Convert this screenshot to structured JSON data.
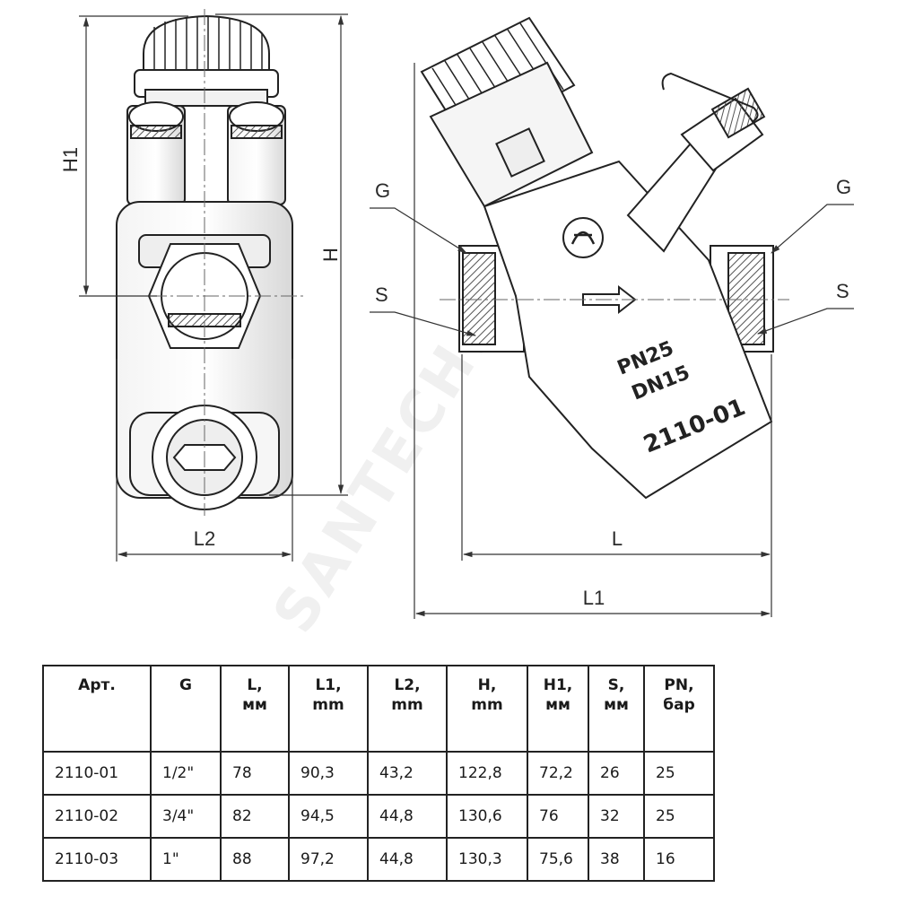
{
  "drawing": {
    "labels": {
      "h1": "H1",
      "h": "H",
      "l2": "L2",
      "l": "L",
      "l1": "L1",
      "g_left": "G",
      "g_right": "G",
      "s_left": "S",
      "s_right": "S"
    },
    "body_marks": {
      "pn": "PN25",
      "dn": "DN15",
      "article": "2110-01"
    },
    "watermark": "SANTECH.RU"
  },
  "table": {
    "headers": [
      {
        "line1": "Арт.",
        "line2": ""
      },
      {
        "line1": "G",
        "line2": ""
      },
      {
        "line1": "L,",
        "line2": "мм"
      },
      {
        "line1": "L1,",
        "line2": "mm"
      },
      {
        "line1": "L2,",
        "line2": "mm"
      },
      {
        "line1": "H,",
        "line2": "mm"
      },
      {
        "line1": "H1,",
        "line2": "мм"
      },
      {
        "line1": "S,",
        "line2": "мм"
      },
      {
        "line1": "PN,",
        "line2": "бар"
      }
    ],
    "rows": [
      [
        "2110-01",
        "1/2\"",
        "78",
        "90,3",
        "43,2",
        "122,8",
        "72,2",
        "26",
        "25"
      ],
      [
        "2110-02",
        "3/4\"",
        "82",
        "94,5",
        "44,8",
        "130,6",
        "76",
        "32",
        "25"
      ],
      [
        "2110-03",
        "1\"",
        "88",
        "97,2",
        "44,8",
        "130,3",
        "75,6",
        "38",
        "16"
      ]
    ]
  }
}
